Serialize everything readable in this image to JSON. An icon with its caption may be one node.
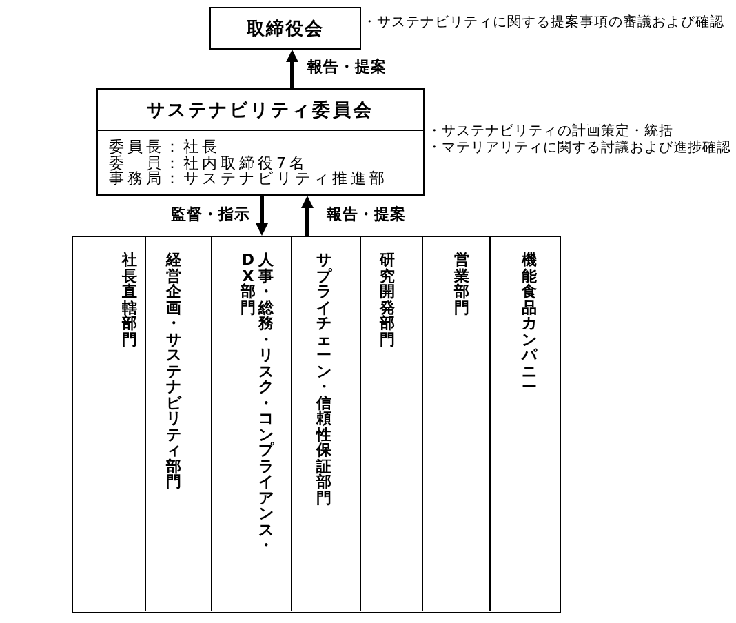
{
  "diagram": {
    "nodes": [
      {
        "text": [
          "取締役会"
        ],
        "beside": [
          "・サステナビリティに関する提案事項の審議および確認"
        ]
      },
      {
        "text": [
          "サステナビリティ委員会",
          "委員長：社長",
          "委　員：社内取締役7名",
          "事務局：サステナビリティ推進部"
        ],
        "beside": [
          "・サステナビリティの計画策定・統括",
          "・マテリアリティに関する討議および進捗確認"
        ]
      },
      {
        "text": [],
        "shape": "box"
      },
      {
        "text": [
          "社長直轄部門"
        ],
        "in": 2
      },
      {
        "text": [
          "経営企画・サステナビリティ部門"
        ],
        "in": 2
      },
      {
        "text": [
          "人事・総務・リスク・コンプライアンス・DX部門"
        ],
        "in": 2
      },
      {
        "text": [
          "サプライチェーン・信頼性保証部門"
        ],
        "in": 2
      },
      {
        "text": [
          "研究開発部門"
        ],
        "in": 2
      },
      {
        "text": [
          "営業部門"
        ],
        "in": 2
      },
      {
        "text": [
          "機能食品カンパニー"
        ],
        "in": 2
      }
    ],
    "edges": [
      {
        "from": 1,
        "to": 0,
        "arrow": "to",
        "label": "報告・提案"
      },
      {
        "from": 1,
        "to": 2,
        "arrow": "to",
        "label": "監督・指示"
      },
      {
        "from": 2,
        "to": 1,
        "arrow": "to",
        "label": "報告・提案"
      }
    ]
  }
}
